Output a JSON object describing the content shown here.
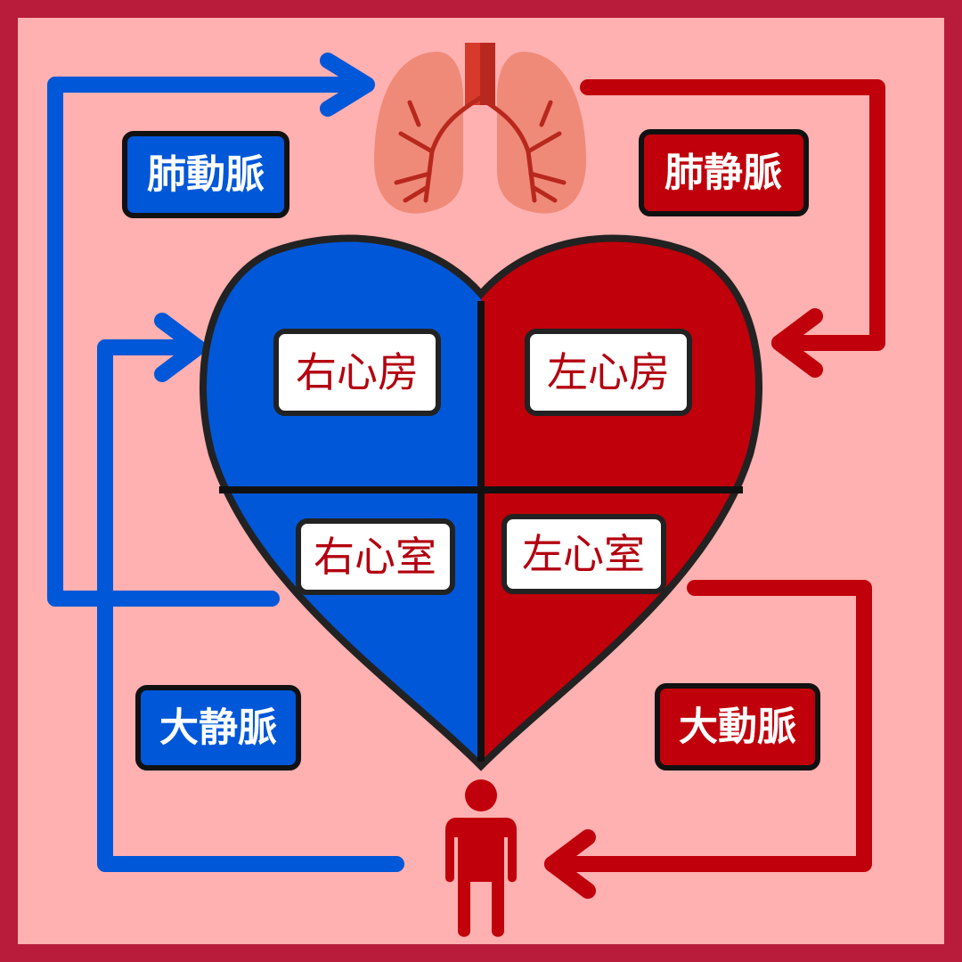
{
  "title": "Blood circulation diagram",
  "colors": {
    "frame": "#b81c3a",
    "background": "#ffb0b0",
    "deoxygenated_blue": "#0057d8",
    "oxygenated_red": "#c0000b",
    "chamber_text": "#b3000f"
  },
  "vessels": {
    "pulmonary_artery": "肺動脈",
    "pulmonary_vein": "肺静脈",
    "vena_cava": "大静脈",
    "aorta": "大動脈"
  },
  "chambers": {
    "right_atrium": "右心房",
    "left_atrium": "左心房",
    "right_ventricle": "右心室",
    "left_ventricle": "左心室"
  },
  "icons": {
    "lungs": "lungs-icon",
    "body": "person-icon"
  }
}
